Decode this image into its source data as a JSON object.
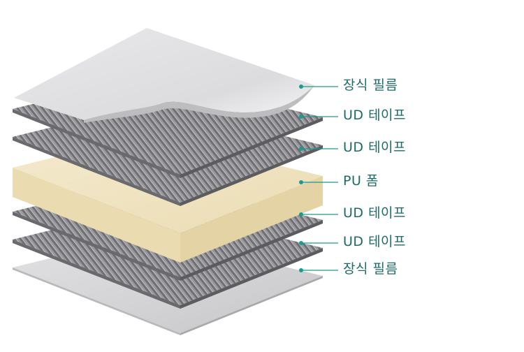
{
  "diagram": {
    "layers": [
      {
        "label": "장식 필름"
      },
      {
        "label": "UD 테이프"
      },
      {
        "label": "UD 테이프"
      },
      {
        "label": "PU 폼"
      },
      {
        "label": "UD 테이프"
      },
      {
        "label": "UD 테이프"
      },
      {
        "label": "장식 필름"
      }
    ],
    "colors": {
      "callout": "#1a9c92",
      "label_text": "#1c6b66",
      "film": "#d6d6d8",
      "tape": "#8e8e92",
      "foam": "#f1e6c4"
    }
  }
}
